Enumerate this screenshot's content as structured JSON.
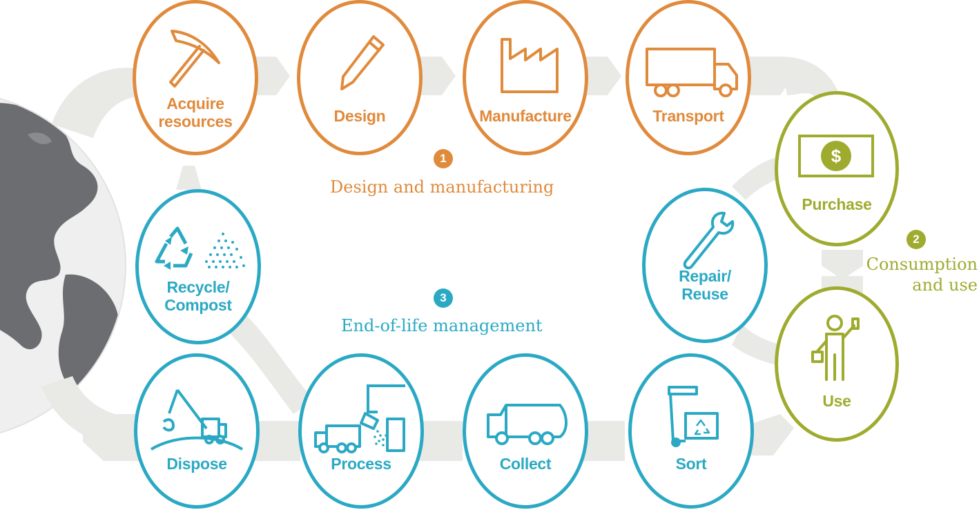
{
  "nodes": {
    "acquire": "Acquire\nresources",
    "design": "Design",
    "manufacture": "Manufacture",
    "transport": "Transport",
    "purchase": "Purchase",
    "use": "Use",
    "repair": "Repair/\nReuse",
    "sort": "Sort",
    "collect": "Collect",
    "process": "Process",
    "dispose": "Dispose",
    "recycle": "Recycle/\nCompost"
  },
  "phases": {
    "p1_num": "1",
    "p1_label": "Design and manufacturing",
    "p2_num": "2",
    "p2_label": "Consumption\nand use",
    "p3_num": "3",
    "p3_label": "End-of-life management"
  },
  "colors": {
    "orange": "#e08a3c",
    "green": "#9fab2f",
    "blue": "#2ba9c4",
    "arrow": "#e9e9e6",
    "globe_land": "#6c6d70",
    "globe_ocean": "#eeeeee"
  },
  "icons": {
    "acquire": "pickaxe-icon",
    "design": "pencil-icon",
    "manufacture": "factory-icon",
    "transport": "truck-icon",
    "purchase": "dollar-bill-icon",
    "use": "person-icon",
    "repair": "wrench-icon",
    "sort": "bins-icon",
    "collect": "garbage-truck-icon",
    "process": "processing-plant-icon",
    "dispose": "landfill-excavator-icon",
    "recycle": "recycle-icon"
  }
}
